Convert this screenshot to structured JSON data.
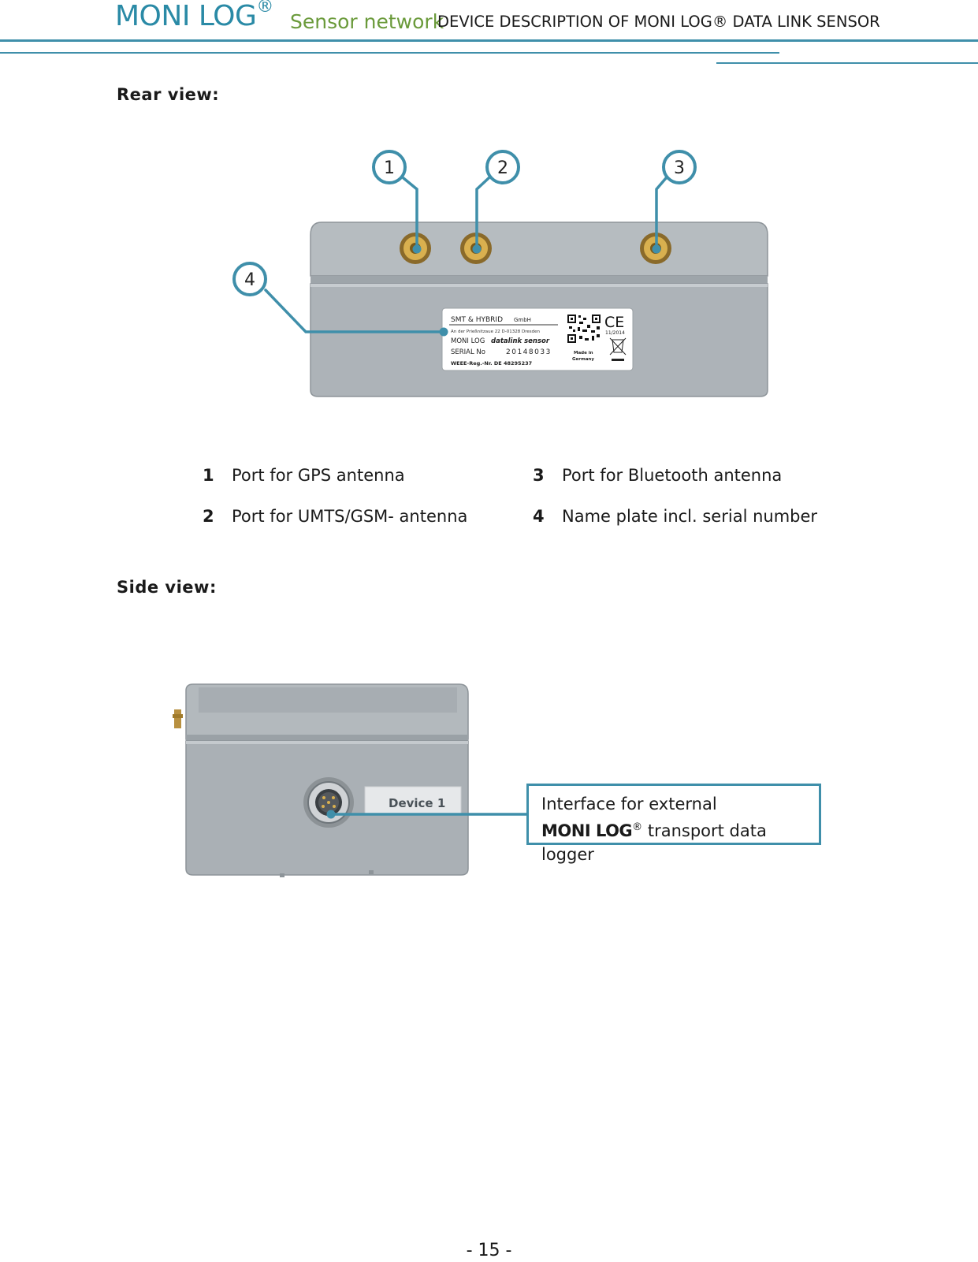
{
  "header": {
    "brand": "MONI LOG",
    "brand_mark": "®",
    "subbrand": "Sensor network",
    "title": "DEVICE DESCRIPTION OF MONI LOG® DATA LINK SENSOR"
  },
  "rear_view": {
    "heading": "Rear view:",
    "callout_numbers": [
      "1",
      "2",
      "3",
      "4"
    ],
    "nameplate": {
      "company": "SMT & HYBRID",
      "company_suffix": "GmbH",
      "address": "An der Prießnitzaue 22 D-01328 Dresden",
      "product_brand": "MONI LOG",
      "product_name": "datalink sensor",
      "serial_label": "SERIAL No",
      "serial_value": "20148033",
      "weee": "WEEE-Reg.-Nr. DE 48295237",
      "made_in": "Made in",
      "country": "Germany",
      "ce_mark": "CE",
      "date": "11/2014"
    },
    "legend": [
      {
        "num": "1",
        "text": "Port for GPS antenna"
      },
      {
        "num": "2",
        "text": "Port for UMTS/GSM- antenna"
      },
      {
        "num": "3",
        "text": "Port for Bluetooth antenna"
      },
      {
        "num": "4",
        "text": "Name plate incl. serial number"
      }
    ]
  },
  "side_view": {
    "heading": "Side view:",
    "device_label": "Device 1",
    "callout_line1": "Interface for external",
    "callout_brand": "MONI LOG",
    "callout_mark": "®",
    "callout_line2_rest": " transport data logger"
  },
  "footer": {
    "page_number": "- 15 -"
  },
  "colors": {
    "accent": "#3f8faa",
    "brand_blue": "#2a8aa6",
    "brand_green": "#6a9a3a",
    "device_grey": "#a9b0b5"
  }
}
